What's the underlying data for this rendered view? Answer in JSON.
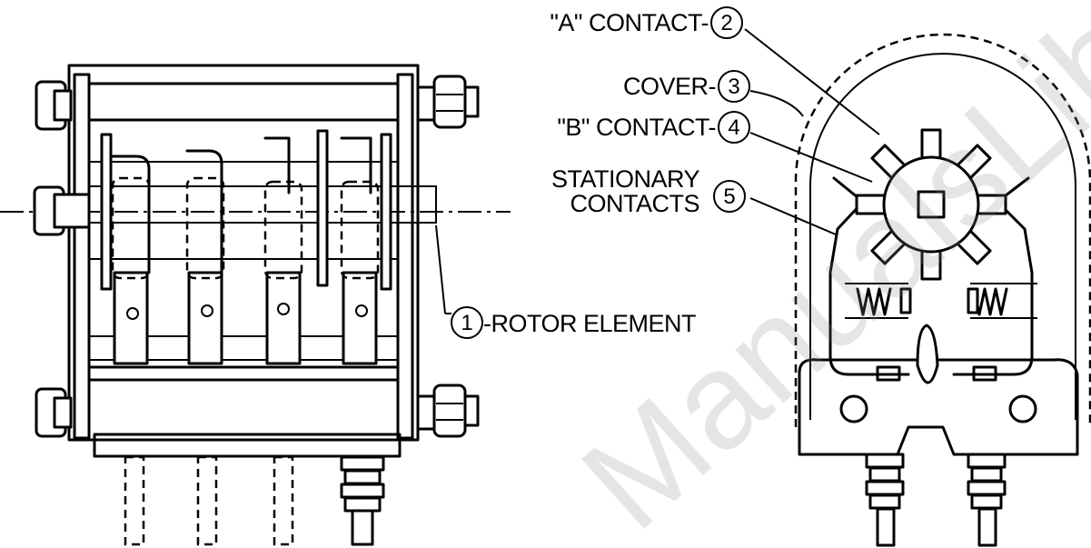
{
  "watermark": "ManualsLib.com",
  "callouts": [
    {
      "number": "1",
      "label": "-ROTOR ELEMENT"
    },
    {
      "number": "2",
      "label": "\"A\" CONTACT-"
    },
    {
      "number": "3",
      "label": "COVER-"
    },
    {
      "number": "4",
      "label": "\"B\" CONTACT-"
    },
    {
      "number": "5",
      "label_line1": "STATIONARY",
      "label_line2": "CONTACTS"
    }
  ]
}
